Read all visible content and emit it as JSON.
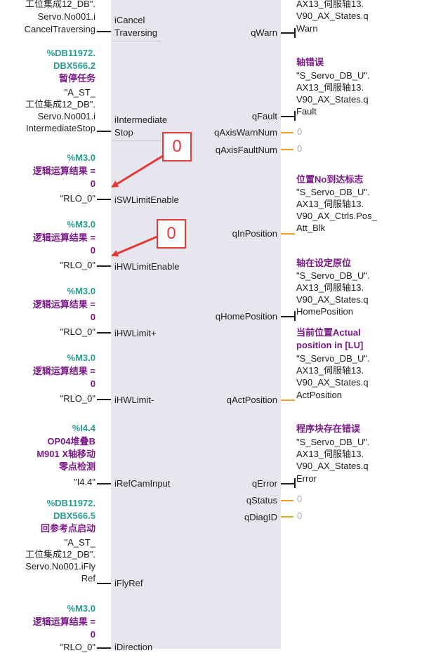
{
  "left_blocks": [
    {
      "lines": [
        "工位集成12_DB\".",
        "Servo.No001.i",
        "CancelTraversing"
      ],
      "pin": [
        "iCancel",
        "Traversing"
      ]
    },
    {
      "address": [
        "%DB11972.",
        "DBX566.2"
      ],
      "comment": [
        "暂停任务"
      ],
      "lines": [
        "\"A_ST_",
        "工位集成12_DB\".",
        "Servo.No001.i",
        "IntermediateStop"
      ],
      "pin": [
        "iIntermediate",
        "Stop"
      ]
    },
    {
      "address": [
        "%M3.0"
      ],
      "comment": [
        "逻辑运算结果 =",
        "0"
      ],
      "lines": [
        "\"RLO_0\""
      ],
      "pin": [
        "iSWLimitEnable"
      ]
    },
    {
      "address": [
        "%M3.0"
      ],
      "comment": [
        "逻辑运算结果 =",
        "0"
      ],
      "lines": [
        "\"RLO_0\""
      ],
      "pin": [
        "iHWLimitEnable"
      ]
    },
    {
      "address": [
        "%M3.0"
      ],
      "comment": [
        "逻辑运算结果 =",
        "0"
      ],
      "lines": [
        "\"RLO_0\""
      ],
      "pin": [
        "iHWLimit+"
      ]
    },
    {
      "address": [
        "%M3.0"
      ],
      "comment": [
        "逻辑运算结果 =",
        "0"
      ],
      "lines": [
        "\"RLO_0\""
      ],
      "pin": [
        "iHWLimit-"
      ]
    },
    {
      "address": [
        "%I4.4"
      ],
      "comment": [
        "OP04堆叠B",
        "M901 X轴移动",
        "零点检测"
      ],
      "lines": [
        "\"I4.4\""
      ],
      "pin": [
        "iRefCamInput"
      ]
    },
    {
      "address": [
        "%DB11972.",
        "DBX566.5"
      ],
      "comment": [
        "回参考点启动"
      ],
      "lines": [
        "\"A_ST_",
        "工位集成12_DB\".",
        "Servo.No001.iFly",
        "Ref"
      ],
      "pin": [
        "iFlyRef"
      ]
    },
    {
      "address": [
        "%M3.0"
      ],
      "comment": [
        "逻辑运算结果 =",
        "0"
      ],
      "lines": [
        "\"RLO_0\""
      ],
      "pin": [
        "iDirection"
      ]
    }
  ],
  "right_outputs": {
    "qWarn": {
      "pin": "qWarn",
      "lines": [
        "AX13_伺服轴13.",
        "V90_AX_States.q",
        "Warn"
      ]
    },
    "qFault": {
      "pin": "qFault",
      "comment": "轴错误",
      "lines": [
        "\"S_Servo_DB_U\".",
        "AX13_伺服轴13.",
        "V90_AX_States.q",
        "Fault"
      ]
    },
    "qAxisWarnNum": {
      "pin": "qAxisWarnNum",
      "value": "0"
    },
    "qAxisFaultNum": {
      "pin": "qAxisFaultNum",
      "value": "0"
    },
    "qInPosition": {
      "pin": "qInPosition",
      "comment": "位置No到达标志",
      "lines": [
        "\"S_Servo_DB_U\".",
        "AX13_伺服轴13.",
        "V90_AX_Ctrls.Pos_",
        "Att_Blk"
      ]
    },
    "qHomePosition": {
      "pin": "qHomePosition",
      "comment": "轴在设定原位",
      "lines": [
        "\"S_Servo_DB_U\".",
        "AX13_伺服轴13.",
        "V90_AX_States.q",
        "HomePosition"
      ]
    },
    "qActPosition": {
      "pin": "qActPosition",
      "comment": [
        "当前位置Actual",
        "position in [LU]"
      ],
      "lines": [
        "\"S_Servo_DB_U\".",
        "AX13_伺服轴13.",
        "V90_AX_States.q",
        "ActPosition"
      ]
    },
    "qError": {
      "pin": "qError",
      "comment": "程序块存在错误",
      "lines": [
        "\"S_Servo_DB_U\".",
        "AX13_伺服轴13.",
        "V90_AX_States.q",
        "Error"
      ]
    },
    "qStatus": {
      "pin": "qStatus",
      "value": "0"
    },
    "qDiagID": {
      "pin": "qDiagID",
      "value": "0"
    }
  },
  "callouts": [
    "0",
    "0"
  ],
  "colors": {
    "address": "#2a9d8f",
    "comment": "#7a1a86",
    "block": "#e6e6ef",
    "wire_orange": "#f0a020",
    "callout": "#e53935"
  }
}
